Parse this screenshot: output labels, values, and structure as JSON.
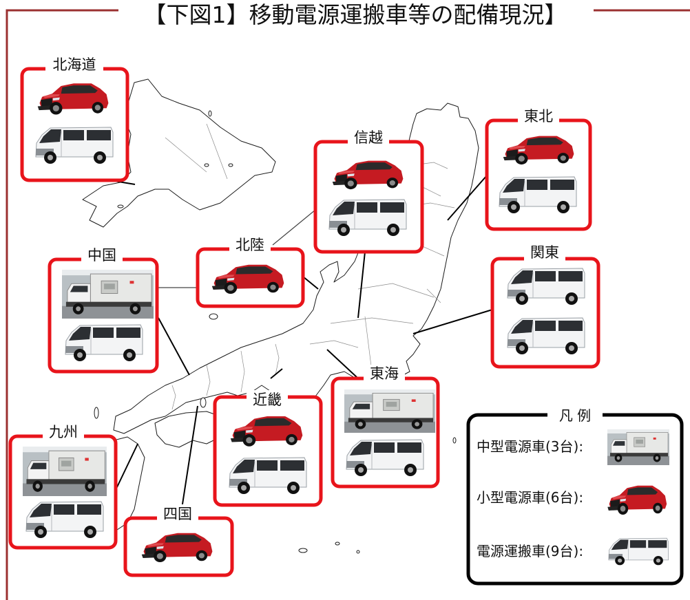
{
  "title": "【下図1】移動電源運搬車等の配備現況】",
  "regions": {
    "hokkaido": {
      "name": "北海道",
      "vehicles": [
        "small-power-suv-icon",
        "power-transport-van-icon"
      ]
    },
    "tohoku": {
      "name": "東北",
      "vehicles": [
        "small-power-suv-icon",
        "power-transport-van-icon"
      ]
    },
    "shinetsu": {
      "name": "信越",
      "vehicles": [
        "small-power-suv-icon",
        "power-transport-van-icon"
      ]
    },
    "hokuriku": {
      "name": "北陸",
      "vehicles": [
        "small-power-suv-icon"
      ]
    },
    "kanto": {
      "name": "関東",
      "vehicles": [
        "power-transport-van-icon",
        "power-transport-van-icon"
      ]
    },
    "tokai": {
      "name": "東海",
      "vehicles": [
        "medium-power-truck-icon",
        "power-transport-van-icon"
      ]
    },
    "kinki": {
      "name": "近畿",
      "vehicles": [
        "small-power-suv-icon",
        "power-transport-van-icon"
      ]
    },
    "chugoku": {
      "name": "中国",
      "vehicles": [
        "medium-power-truck-icon",
        "power-transport-van-icon"
      ]
    },
    "shikoku": {
      "name": "四国",
      "vehicles": [
        "small-power-suv-icon"
      ]
    },
    "kyushu": {
      "name": "九州",
      "vehicles": [
        "medium-power-truck-icon",
        "power-transport-van-icon"
      ]
    }
  },
  "legend": {
    "title": "凡 例",
    "items": [
      {
        "label": "中型電源車(3台):",
        "icon": "medium-power-truck-icon"
      },
      {
        "label": "小型電源車(6台):",
        "icon": "small-power-suv-icon"
      },
      {
        "label": "電源運搬車(9台):",
        "icon": "power-transport-van-icon"
      }
    ]
  },
  "colors": {
    "frame": "#9b3030",
    "region_border": "#e8141b",
    "legend_border": "#000000",
    "small_power_vehicle": "#c51b22",
    "van": "#f3f4f5"
  }
}
